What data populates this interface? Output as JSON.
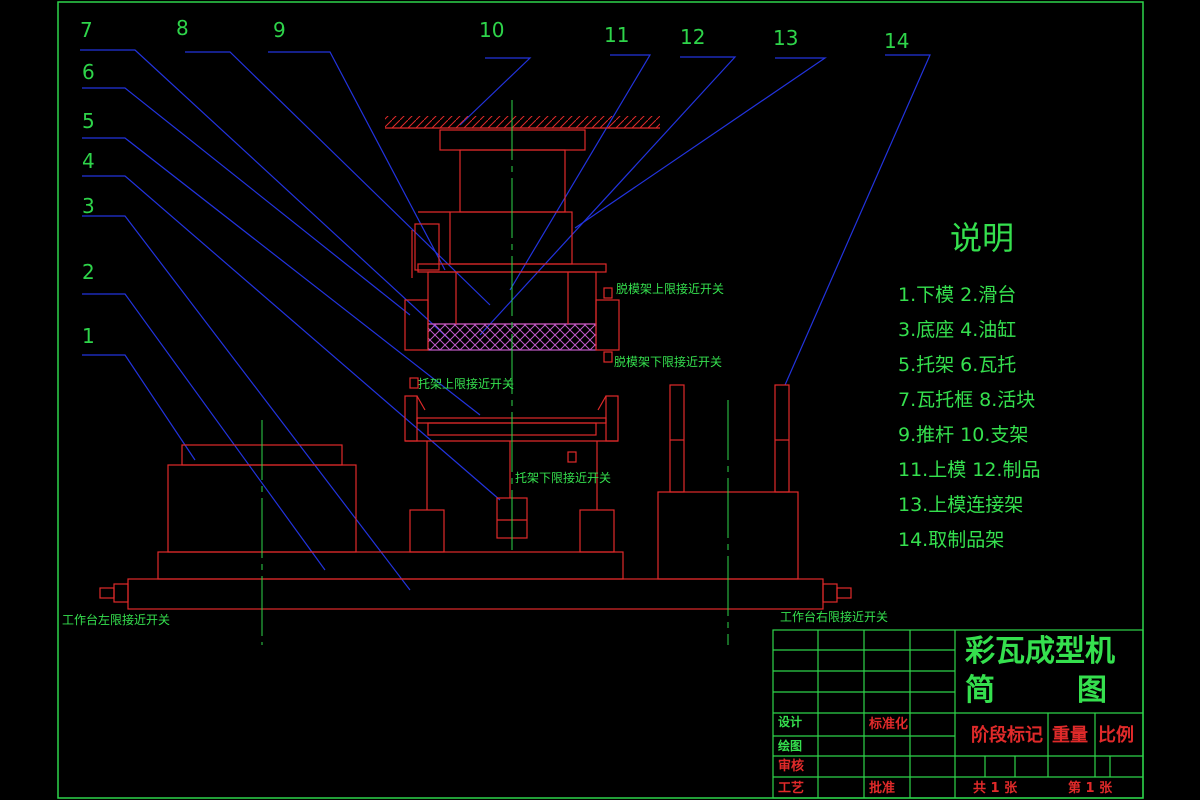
{
  "part_numbers": [
    "1",
    "2",
    "3",
    "4",
    "5",
    "6",
    "7",
    "8",
    "9",
    "10",
    "11",
    "12",
    "13",
    "14"
  ],
  "switch_labels": {
    "demold_upper": "脱模架上限接近开关",
    "demold_lower": "脱模架下限接近开关",
    "bracket_upper": "托架上限接近开关",
    "bracket_lower": "托架下限接近开关",
    "table_left": "工作台左限接近开关",
    "table_right": "工作台右限接近开关"
  },
  "legend": {
    "title": "说明",
    "rows": [
      "1.下模      2.滑台",
      "3.底座      4.油缸",
      "5.托架      6.瓦托",
      "7.瓦托框  8.活块",
      "9.推杆      10.支架",
      "11.上模    12.制品",
      "13.上模连接架",
      "14.取制品架"
    ]
  },
  "title_block": {
    "name_line1": "彩瓦成型机",
    "name_line2_a": "简",
    "name_line2_b": "图",
    "design": "设计",
    "standardization": "标准化",
    "drawing": "绘图",
    "review": "审核",
    "process": "工艺",
    "approve": "批准",
    "stage_mark": "阶段标记",
    "weight": "重量",
    "scale": "比例",
    "total_sheets": "共 1 张",
    "sheet_no": "第 1 张"
  },
  "colors": {
    "background": "#000000",
    "frame": "#2ed44a",
    "machine": "#e02a2a",
    "leader": "#2233dd",
    "text": "#35e04e",
    "hatch": "#c080c0"
  }
}
